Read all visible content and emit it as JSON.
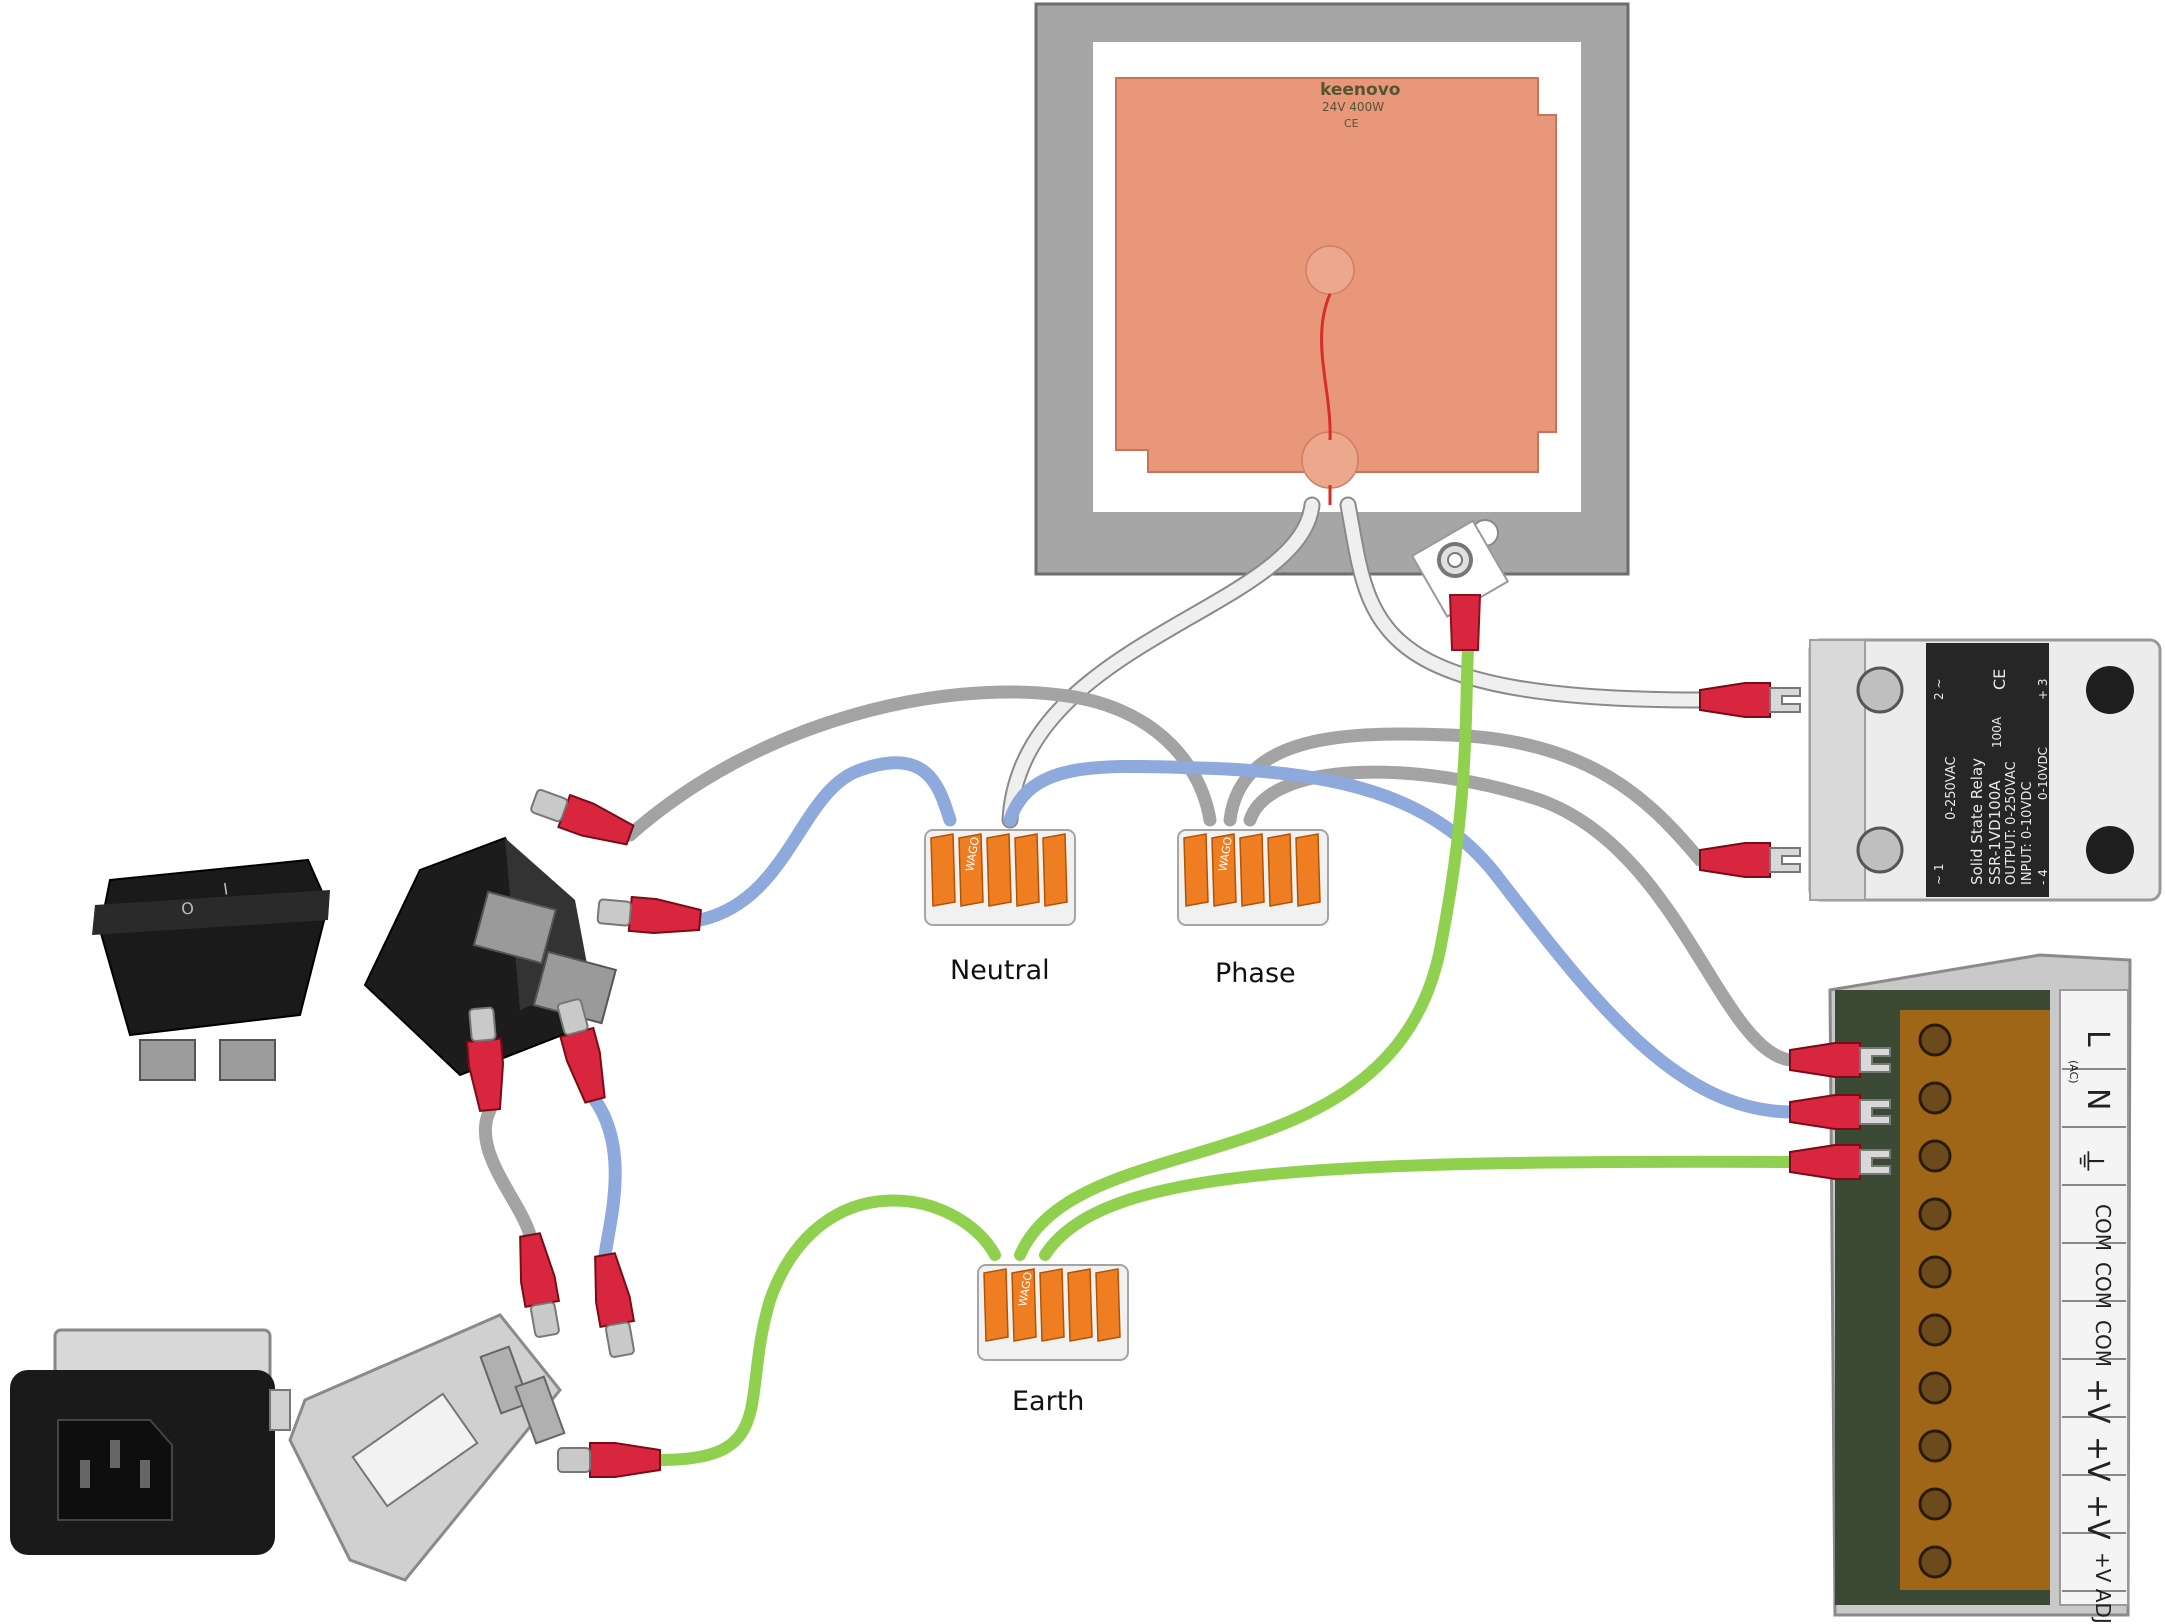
{
  "labels": {
    "neutral": "Neutral",
    "phase": "Phase",
    "earth": "Earth"
  },
  "heater": {
    "brand": "keenovo",
    "rating": "24V  400W",
    "mark": "CE"
  },
  "relay": {
    "name": "Solid State Relay",
    "model": "SSR-1VD100A",
    "output": "OUTPUT: 0-250VAC",
    "input": "INPUT: 0-10VDC",
    "ac_range": "0-250VAC",
    "dc_range": "0-10VDC",
    "current": "100A",
    "mark": "CE",
    "t1": "~ 1",
    "t2": "2 ~",
    "t3": "+ 3",
    "t4": "- 4"
  },
  "psu": {
    "terminals": [
      "L",
      "N",
      "⏚",
      "COM",
      "COM",
      "COM",
      "+V",
      "+V",
      "+V",
      "+V ADJ"
    ],
    "ac_note": "(AC)"
  },
  "connector": {
    "brand": "WAGO"
  },
  "switch": {
    "on_mark": "I",
    "off_mark": "O"
  },
  "colors": {
    "grey_wire": "#a3a3a3",
    "blue_wire": "#8ea9db",
    "green_wire": "#8fd14f",
    "white_wire": "#efefef",
    "lug": "#d7263d",
    "heater_pad": "#e9977a",
    "wago": "#ef7d22"
  }
}
